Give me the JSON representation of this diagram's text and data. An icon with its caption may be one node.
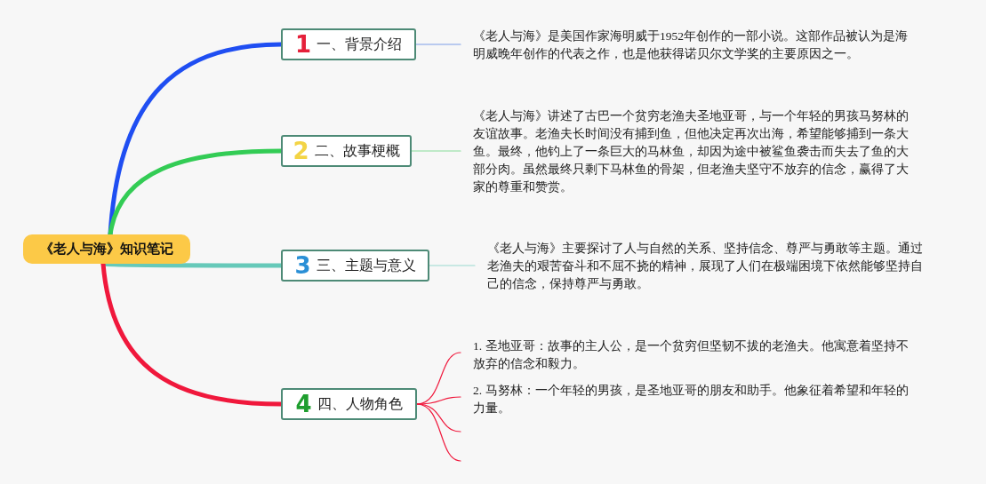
{
  "diagram": {
    "nodes": [
      {
        "text": [
          "《老人与海》知识笔记"
        ]
      },
      {
        "text": [
          "1",
          "一、背景介绍"
        ]
      },
      {
        "text": [
          "2",
          "二、故事梗概"
        ]
      },
      {
        "text": [
          "3",
          "三、主题与意义"
        ]
      },
      {
        "text": [
          "4",
          "四、人物角色"
        ]
      },
      {
        "text": [
          "《老人与海》是美国作家海明威于1952年创作的一部小说。这部作品被认为是海明威晚年创作的代表之作，也是他获得诺贝尔文学奖的主要原因之一。"
        ]
      },
      {
        "text": [
          "《老人与海》讲述了古巴一个贫穷老渔夫圣地亚哥，与一个年轻的男孩马努林的友谊故事。老渔夫长时间没有捕到鱼，但他决定再次出海，希望能够捕到一条大鱼。最终，他钓上了一条巨大的马林鱼，却因为途中被鲨鱼袭击而失去了鱼的大部分肉。虽然最终只剩下马林鱼的骨架，但老渔夫坚守不放弃的信念，赢得了大家的尊重和赞赏。"
        ]
      },
      {
        "text": [
          "《老人与海》主要探讨了人与自然的关系、坚持信念、尊严与勇敢等主题。通过老渔夫的艰苦奋斗和不屈不挠的精神，展现了人们在极端困境下依然能够坚持自己的信念，保持尊严与勇敢。"
        ]
      },
      {
        "text": [
          "1. 圣地亚哥：故事的主人公，是一个贫穷但坚韧不拔的老渔夫。他寓意着坚持不放弃的信念和毅力。"
        ]
      },
      {
        "text": [
          "2. 马努林：一个年轻的男孩，是圣地亚哥的朋友和助手。他象征着希望和年轻的力量。"
        ]
      }
    ],
    "edges": [
      {
        "from": 0,
        "to": 1,
        "arrow": "none",
        "style": "thick",
        "color": "#1f4ef2"
      },
      {
        "from": 0,
        "to": 2,
        "arrow": "none",
        "style": "thick",
        "color": "#33cc55"
      },
      {
        "from": 0,
        "to": 3,
        "arrow": "none",
        "style": "thick",
        "color": "#66c9b9"
      },
      {
        "from": 0,
        "to": 4,
        "arrow": "none",
        "style": "thick",
        "color": "#f0183c"
      },
      {
        "from": 1,
        "to": 5,
        "arrow": "none",
        "color": "#7d9ee8"
      },
      {
        "from": 2,
        "to": 6,
        "arrow": "none",
        "color": "#88dd99"
      },
      {
        "from": 3,
        "to": 7,
        "arrow": "none",
        "color": "#99d9cf"
      },
      {
        "from": 4,
        "to": 8,
        "arrow": "none",
        "color": "#f0183c"
      },
      {
        "from": 4,
        "to": 9,
        "arrow": "none",
        "color": "#f0183c"
      },
      {
        "from": 4,
        "to": null,
        "arrow": "none",
        "color": "#f0183c"
      },
      {
        "from": 4,
        "to": null,
        "arrow": "none",
        "color": "#f0183c"
      }
    ]
  }
}
